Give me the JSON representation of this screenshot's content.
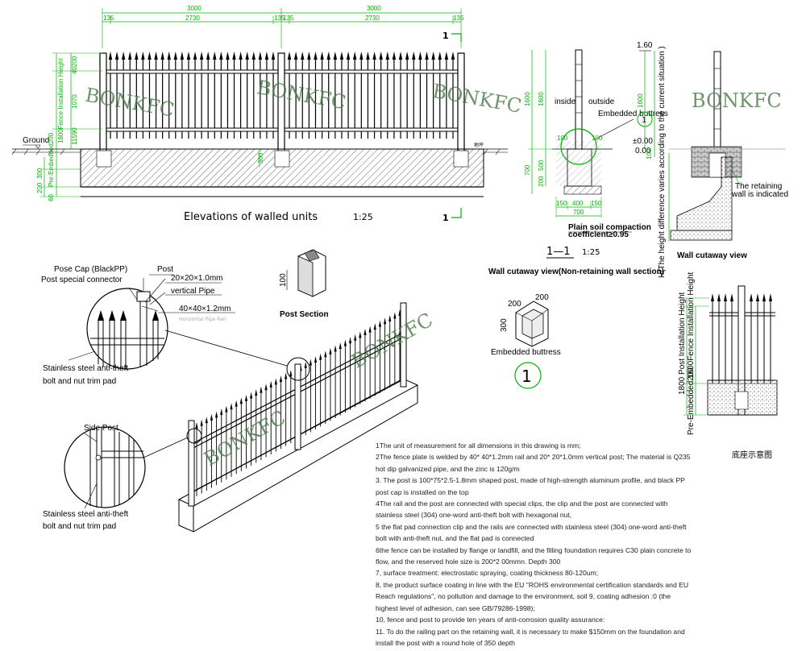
{
  "elevation": {
    "dims_top": [
      "3000",
      "3000"
    ],
    "dims_sub": [
      "135",
      "2730",
      "135",
      "135",
      "2730",
      "135"
    ],
    "section_mark": "1",
    "left_dims": [
      "40200",
      "1070",
      "1600Fence Installation Height",
      "Ground",
      "Pre-Embedded200",
      "200",
      "300",
      "60",
      "11590"
    ],
    "small_dim": "300",
    "right_tag": "地坪",
    "title": "Elevations of walled units",
    "scale": "1:25"
  },
  "section": {
    "dims_left": [
      "1600",
      "1600",
      "700",
      "500",
      "200"
    ],
    "inside": "inside",
    "outside": "outside",
    "embedded_buttress": "Embedded buttress",
    "circle_num": "1",
    "bottom_dims": [
      "150",
      "400",
      "150",
      "700"
    ],
    "top_dims": [
      "100",
      "100"
    ],
    "soil_note_1": "Plain soil compaction",
    "soil_note_2": "coefficient≥0.95",
    "ref_title": "1—1",
    "ref_scale": "1:25",
    "caption": "Wall cutaway view(Non-retaining wall section)"
  },
  "retaining": {
    "top_dim": "1.60",
    "level_a": "±0.00",
    "level_b": "0.00",
    "dim_1600": "1600",
    "dim_100": "100",
    "side_text": "H(The height difference varies according to the current situation )",
    "wall_note_1": "The retaining",
    "wall_note_2": "wall is indicated",
    "caption": "Wall cutaway view"
  },
  "details": {
    "pose_cap": "Pose Cap (BlackPP)",
    "post": "Post",
    "special_connector": "Post special connector",
    "pipe_dim": "20×20×1.0mm",
    "vertical_pipe": "vertical Pipe",
    "rail_dim": "40×40×1.2mm",
    "rail_faint": "Horizontal Pipe Rail",
    "bolt_1a": "Stainless steel anti-theft",
    "bolt_1b": "bolt and nut trim pad",
    "side_post": "Side Post",
    "bolt_2a": "Stainless steel anti-theft",
    "bolt_2b": "bolt and nut trim pad",
    "post_section": "Post Section",
    "post_section_dim": "100",
    "embedded_buttress": "Embedded buttress",
    "buttress_dims": [
      "200",
      "200",
      "300"
    ],
    "circle_num": "1"
  },
  "side_elevation": {
    "dim_a": "1800 Post Installation Height",
    "dim_b": "1600Fence Installation Height",
    "dim_c": "Pre-Embedded200",
    "caption": "底座示意图"
  },
  "watermark": "BONKFC",
  "notes": [
    "1The unit of measurement for all dimensions in this drawing is mm;",
    "2The fence plate is welded by 40* 40*1.2mm rail and 20* 20*1.0mm vertical post; The material is Q235 hot dip galvanized pipe, and the zinc is 120g/m",
    "3. The post is 100*75*2.5-1.8mm shaped post, made of high-strength aluminum profile, and black PP post cap is installed on the top",
    "4The rail and the post are connected with special clips, the clip and the post are connected with stainless steel (304) one-word anti-theft bolt with hexagonal nut,",
    "5    the flat pad connection clip and the rails are connected with stainless steel (304) one-word anti-theft bolt with anti-theft nut, and the flat pad is connected",
    "6the fence can be installed by flange or landfill, and the filling foundation requires C30 plain concrete to flow, and the reserved hole size is 200*2 00mmn. Depth 300",
    "7, surface treatment: electrostatic spraying, coating thickness 80-120um;",
    "8, the product surface coating in line with the EU \"ROHS environmental certification standards and EU Reach regulations\", no pollution and damage to the environment, soil 9, coating adhesion :0 (the highest level of adhesion, can see GB/79286-1998);",
    "10, fence and post to provide ten years of anti-corrosion quality assurance:",
    "11. To do the railing part on the retaining wall, it is necessary to make $150mm on the foundation and install the post with a round hole of 350 depth"
  ]
}
